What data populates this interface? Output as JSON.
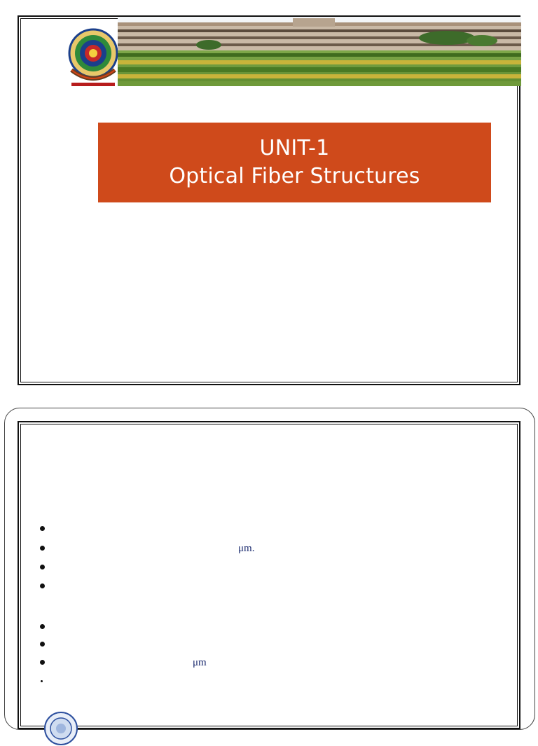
{
  "slide1": {
    "title_line1": "UNIT-1",
    "title_line2": "Optical Fiber Structures",
    "title_bg": "#cf4a1b"
  },
  "slide2": {
    "bullets": [
      {
        "text": ""
      },
      {
        "text": "μm."
      },
      {
        "text": ""
      },
      {
        "text": ""
      },
      {
        "text": ""
      },
      {
        "text": ""
      },
      {
        "text": "μm"
      },
      {
        "text": ""
      }
    ]
  },
  "icons": {
    "college_logo": "college-emblem-icon",
    "campus_banner": "campus-photo-banner"
  }
}
